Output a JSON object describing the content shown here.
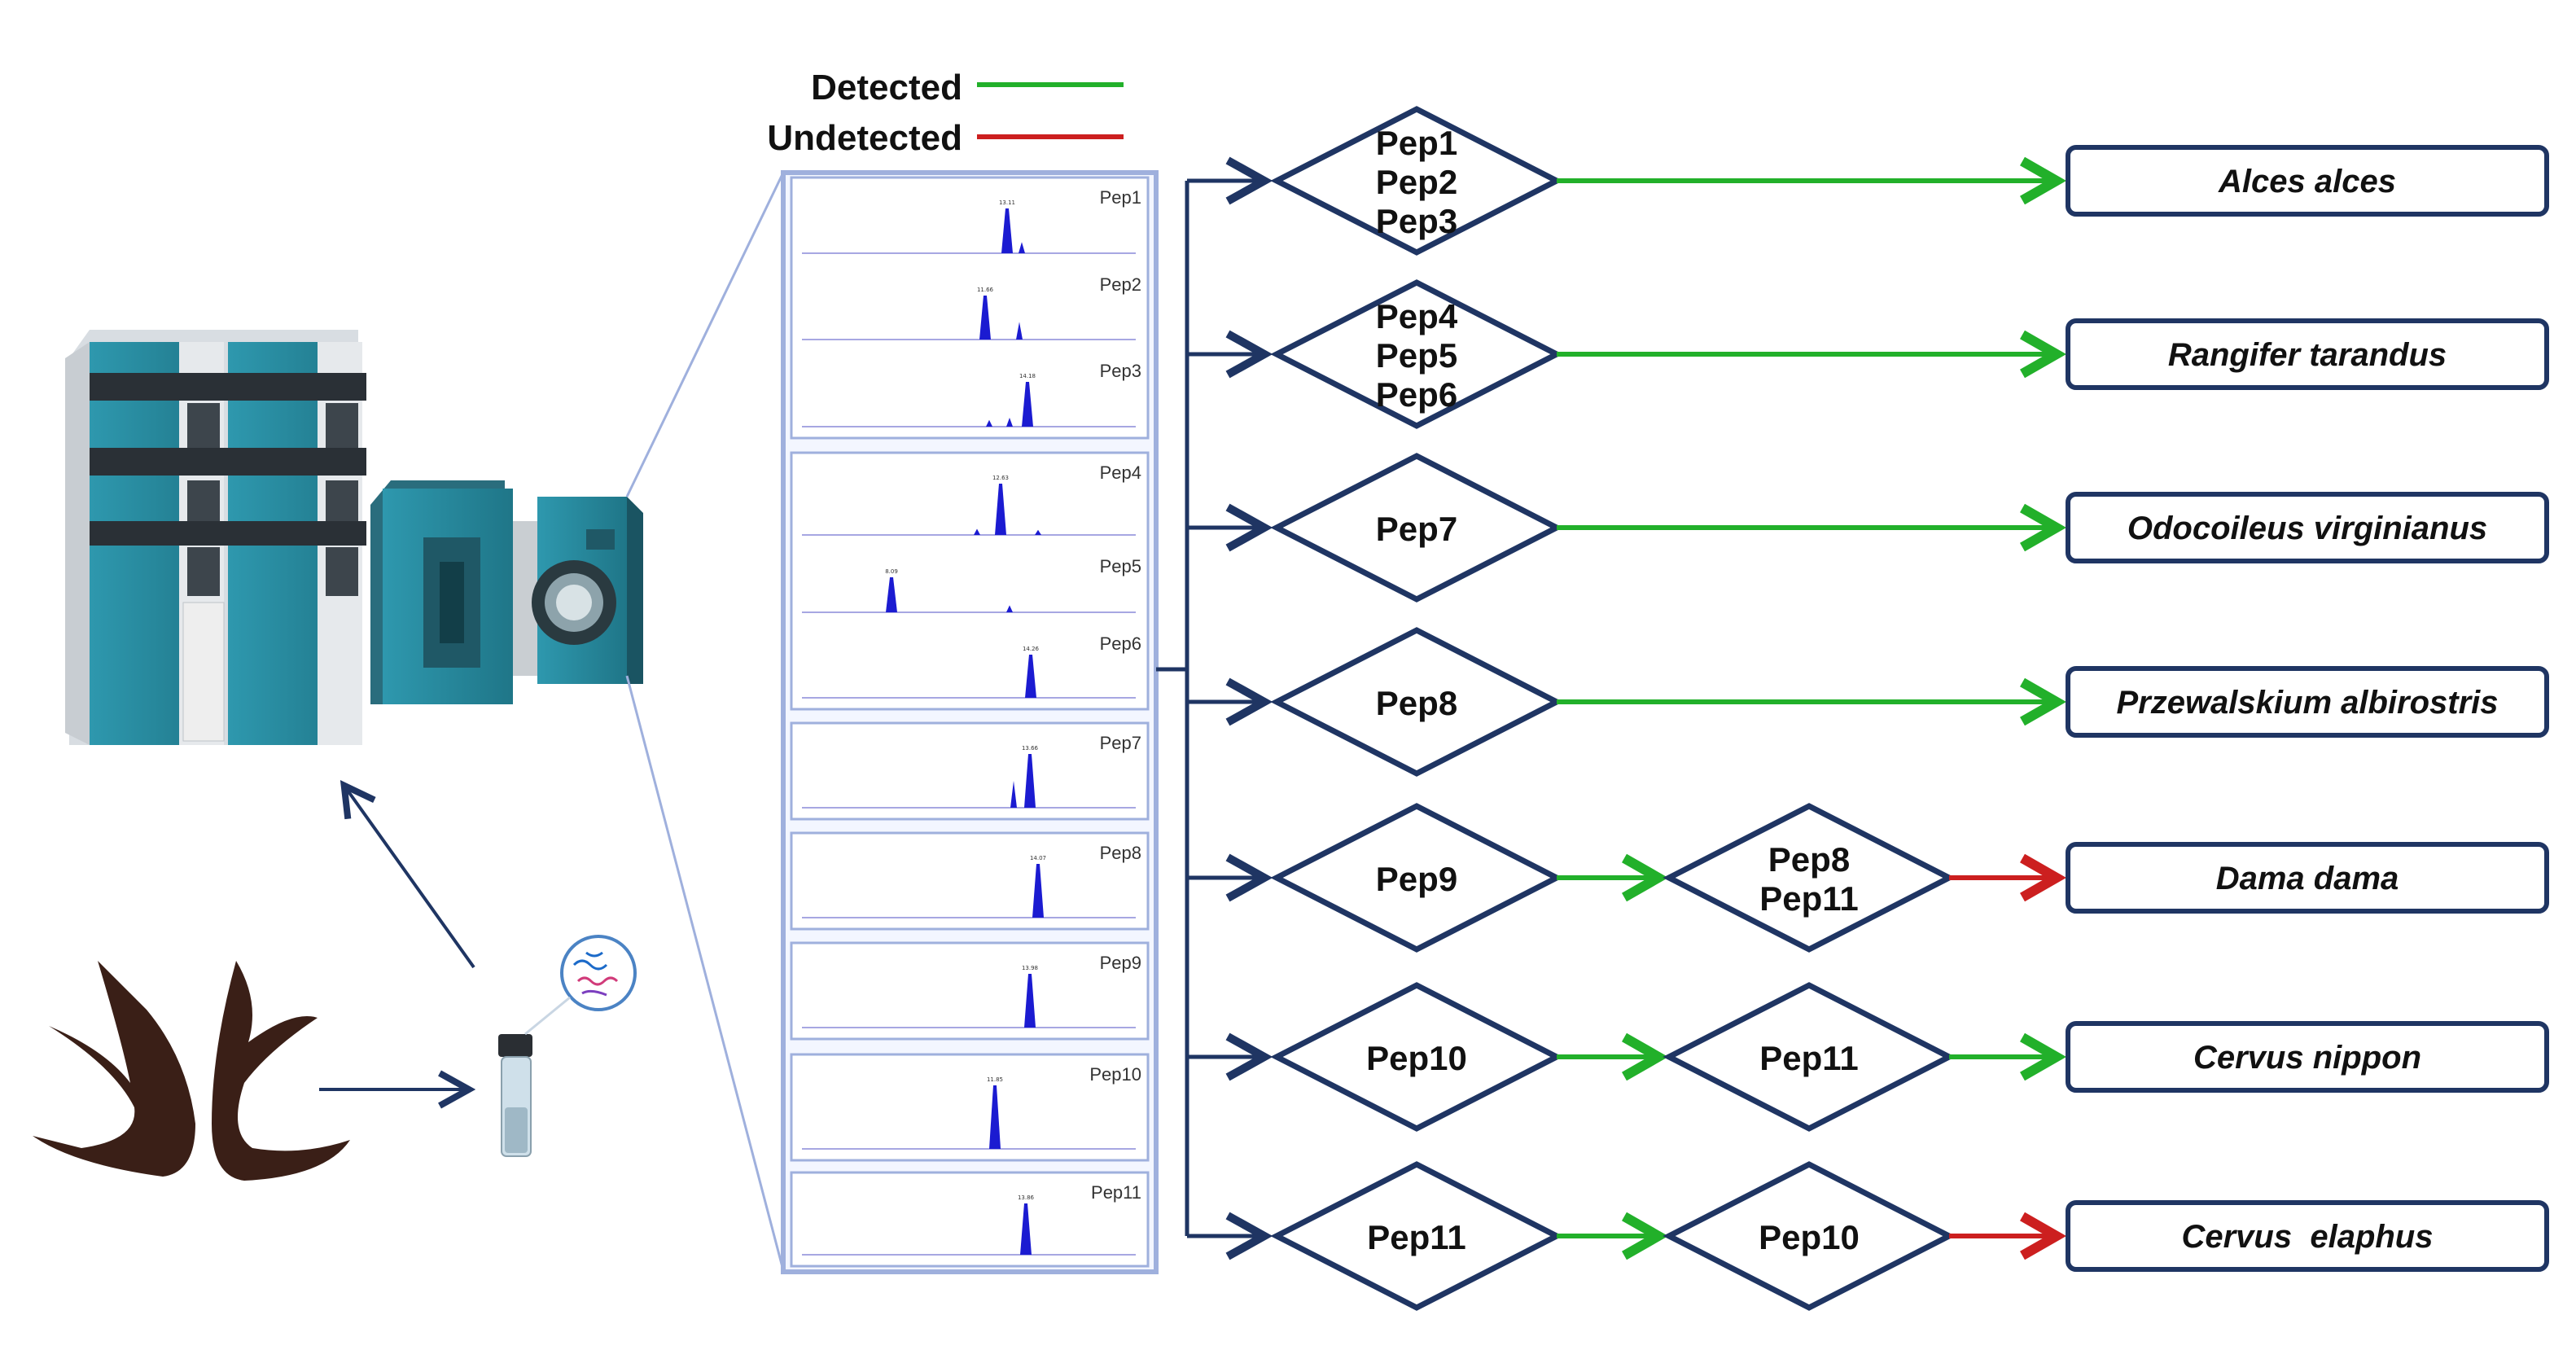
{
  "legend": {
    "detected": {
      "label": "Detected",
      "color": "#22b02a"
    },
    "undetected": {
      "label": "Undetected",
      "color": "#cc1f1f"
    }
  },
  "colors": {
    "navy": "#1f3563",
    "box_border": "#9fb0dd",
    "box_fill": "#f3f6ff",
    "peak": "#1b1bd1",
    "instrument_teal": "#2b8ca0",
    "antler": "#3a1f17"
  },
  "chromatograms": {
    "groups": [
      {
        "panels": [
          {
            "label": "Pep1",
            "peak_label": "13.11"
          },
          {
            "label": "Pep2",
            "peak_label": "11.66"
          },
          {
            "label": "Pep3",
            "peak_label": "14.18"
          }
        ]
      },
      {
        "panels": [
          {
            "label": "Pep4",
            "peak_label": "12.63"
          },
          {
            "label": "Pep5",
            "peak_label": "8.09"
          },
          {
            "label": "Pep6",
            "peak_label": "14.26"
          }
        ]
      },
      {
        "panels": [
          {
            "label": "Pep7",
            "peak_label": "13.66"
          }
        ]
      },
      {
        "panels": [
          {
            "label": "Pep8",
            "peak_label": "14.07"
          }
        ]
      },
      {
        "panels": [
          {
            "label": "Pep9",
            "peak_label": "13.98"
          }
        ]
      },
      {
        "panels": [
          {
            "label": "Pep10",
            "peak_label": "11.85"
          }
        ]
      },
      {
        "panels": [
          {
            "label": "Pep11",
            "peak_label": "13.86"
          }
        ]
      }
    ]
  },
  "rows": [
    {
      "first": [
        "Pep1",
        "Pep2",
        "Pep3"
      ],
      "arrow1": "detected",
      "second": null,
      "arrow2": null,
      "species": "Alces alces"
    },
    {
      "first": [
        "Pep4",
        "Pep5",
        "Pep6"
      ],
      "arrow1": "detected",
      "second": null,
      "arrow2": null,
      "species": "Rangifer tarandus"
    },
    {
      "first": [
        "Pep7"
      ],
      "arrow1": "detected",
      "second": null,
      "arrow2": null,
      "species": "Odocoileus virginianus"
    },
    {
      "first": [
        "Pep8"
      ],
      "arrow1": "detected",
      "second": null,
      "arrow2": null,
      "species": "Przewalskium albirostris"
    },
    {
      "first": [
        "Pep9"
      ],
      "arrow1": "detected",
      "second": [
        "Pep8",
        "Pep11"
      ],
      "arrow2": "undetected",
      "species": "Dama dama"
    },
    {
      "first": [
        "Pep10"
      ],
      "arrow1": "detected",
      "second": [
        "Pep11"
      ],
      "arrow2": "detected",
      "species": "Cervus nippon"
    },
    {
      "first": [
        "Pep11"
      ],
      "arrow1": "detected",
      "second": [
        "Pep10"
      ],
      "arrow2": "undetected",
      "species": "Cervus  elaphus"
    }
  ]
}
